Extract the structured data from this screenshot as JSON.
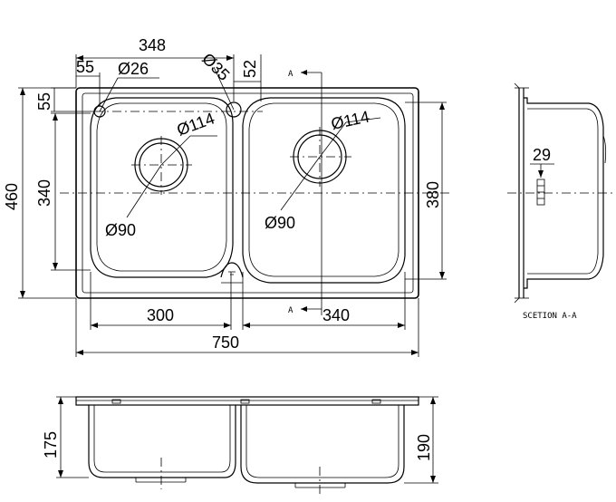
{
  "top_view": {
    "overall_width": "750",
    "overall_depth": "460",
    "center_offset": "348",
    "hole_edge_offset": "55",
    "hole_top_offset": "55",
    "tap_hole_dia": "Ø26",
    "tap_hole2_dia": "Ø35",
    "tap_hole2_offset": "52",
    "left_bowl_depth": "340",
    "right_bowl_depth": "380",
    "left_bowl_width": "300",
    "right_bowl_width": "340",
    "left_drain_outer": "Ø114",
    "right_drain_outer": "Ø114",
    "left_drain_inner": "Ø90",
    "right_drain_inner": "Ø90",
    "section_marker": "A"
  },
  "section_view": {
    "label": "SCETION A-A",
    "dimension": "29"
  },
  "front_view": {
    "left_height": "175",
    "right_height": "190"
  }
}
